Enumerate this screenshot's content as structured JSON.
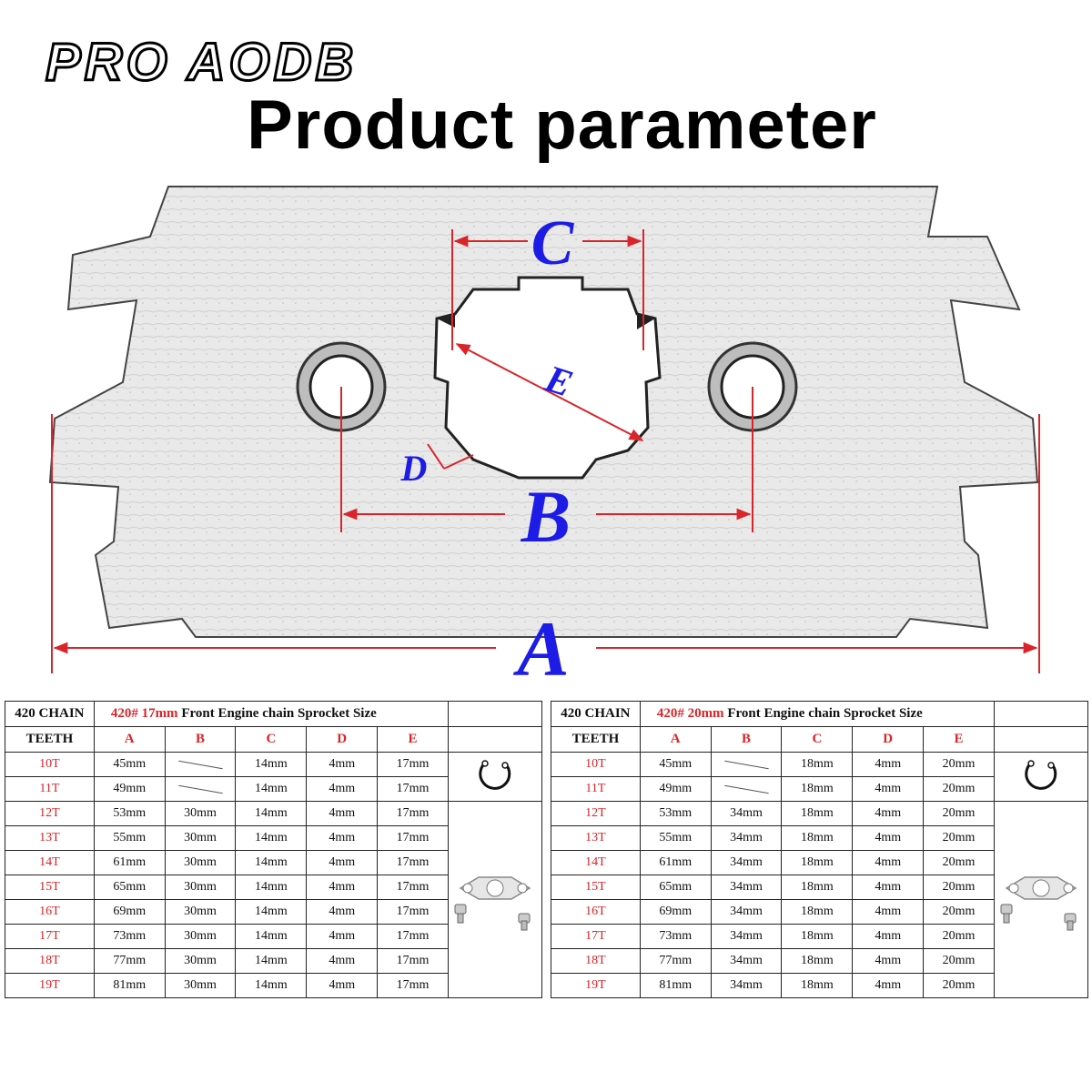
{
  "brand": "PRO AODB",
  "title": "Product parameter",
  "labels": {
    "A": "A",
    "B": "B",
    "C": "C",
    "D": "D",
    "E": "E"
  },
  "tables": [
    {
      "chain": "420 CHAIN",
      "title_red": "420# 17mm",
      "title_rest": " Front Engine chain Sprocket Size",
      "columns": [
        "TEETH",
        "A",
        "B",
        "C",
        "D",
        "E"
      ],
      "rows": [
        [
          "10T",
          "45mm",
          "",
          "14mm",
          "4mm",
          "17mm"
        ],
        [
          "11T",
          "49mm",
          "",
          "14mm",
          "4mm",
          "17mm"
        ],
        [
          "12T",
          "53mm",
          "30mm",
          "14mm",
          "4mm",
          "17mm"
        ],
        [
          "13T",
          "55mm",
          "30mm",
          "14mm",
          "4mm",
          "17mm"
        ],
        [
          "14T",
          "61mm",
          "30mm",
          "14mm",
          "4mm",
          "17mm"
        ],
        [
          "15T",
          "65mm",
          "30mm",
          "14mm",
          "4mm",
          "17mm"
        ],
        [
          "16T",
          "69mm",
          "30mm",
          "14mm",
          "4mm",
          "17mm"
        ],
        [
          "17T",
          "73mm",
          "30mm",
          "14mm",
          "4mm",
          "17mm"
        ],
        [
          "18T",
          "77mm",
          "30mm",
          "14mm",
          "4mm",
          "17mm"
        ],
        [
          "19T",
          "81mm",
          "30mm",
          "14mm",
          "4mm",
          "17mm"
        ]
      ]
    },
    {
      "chain": "420 CHAIN",
      "title_red": "420# 20mm",
      "title_rest": " Front Engine chain Sprocket Size",
      "columns": [
        "TEETH",
        "A",
        "B",
        "C",
        "D",
        "E"
      ],
      "rows": [
        [
          "10T",
          "45mm",
          "",
          "18mm",
          "4mm",
          "20mm"
        ],
        [
          "11T",
          "49mm",
          "",
          "18mm",
          "4mm",
          "20mm"
        ],
        [
          "12T",
          "53mm",
          "34mm",
          "18mm",
          "4mm",
          "20mm"
        ],
        [
          "13T",
          "55mm",
          "34mm",
          "18mm",
          "4mm",
          "20mm"
        ],
        [
          "14T",
          "61mm",
          "34mm",
          "18mm",
          "4mm",
          "20mm"
        ],
        [
          "15T",
          "65mm",
          "34mm",
          "18mm",
          "4mm",
          "20mm"
        ],
        [
          "16T",
          "69mm",
          "34mm",
          "18mm",
          "4mm",
          "20mm"
        ],
        [
          "17T",
          "73mm",
          "34mm",
          "18mm",
          "4mm",
          "20mm"
        ],
        [
          "18T",
          "77mm",
          "34mm",
          "18mm",
          "4mm",
          "20mm"
        ],
        [
          "19T",
          "81mm",
          "34mm",
          "18mm",
          "4mm",
          "20mm"
        ]
      ]
    }
  ],
  "colors": {
    "dimension_line": "#d9252a",
    "dimension_label": "#1c1ce6",
    "teeth_text": "#d9252a"
  },
  "icons": [
    "circlip-icon",
    "lock-plate-icon",
    "bolt-icon"
  ]
}
